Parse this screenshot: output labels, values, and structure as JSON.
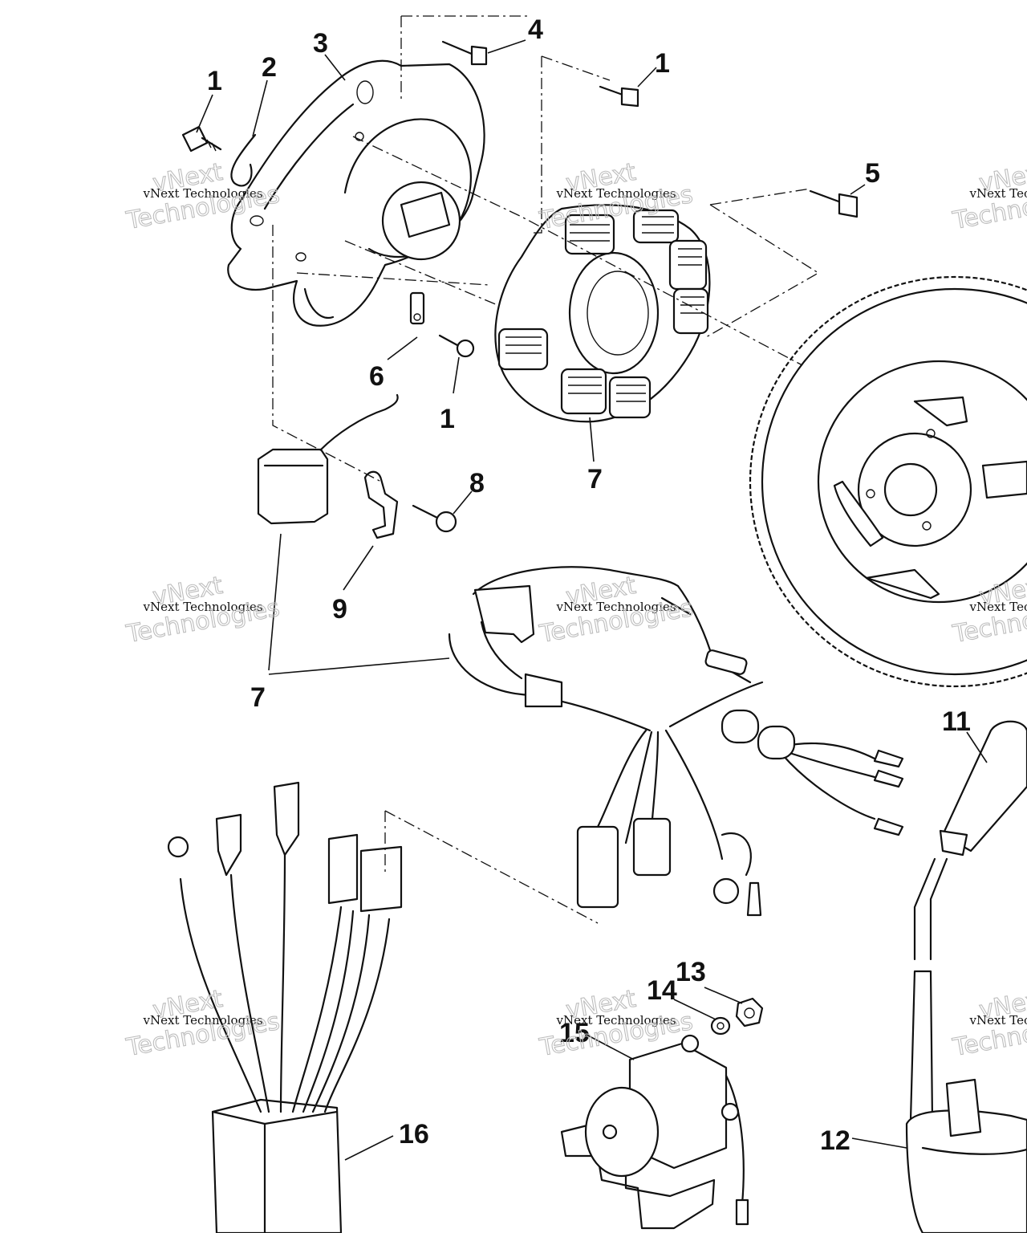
{
  "callouts": {
    "c1a": "1",
    "c2": "2",
    "c3": "3",
    "c4": "4",
    "c1b": "1",
    "c5": "5",
    "c6": "6",
    "c1c": "1",
    "c7a": "7",
    "c8": "8",
    "c9": "9",
    "c7b": "7",
    "c11": "11",
    "c13": "13",
    "c14": "14",
    "c15": "15",
    "c16": "16",
    "c12": "12"
  },
  "watermark": {
    "brand": "vNext",
    "line_a": "vNext Technologies",
    "line_b": "Technologies"
  }
}
